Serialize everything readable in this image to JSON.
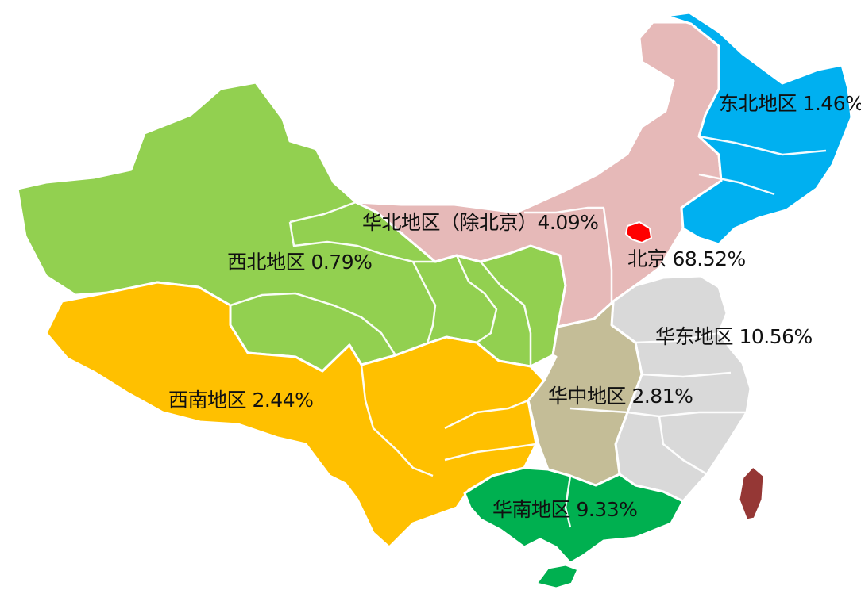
{
  "colors": {
    "northwest": "#92d050",
    "southwest": "#ffc000",
    "north_china": "#e6b9b8",
    "beijing": "#ff0000",
    "northeast": "#00b0f0",
    "east_china": "#d9d9d9",
    "central_china": "#c4bd97",
    "south_china": "#00b050",
    "taiwan": "#953735"
  },
  "regions": [
    {
      "key": "northeast",
      "label": "东北地区 1.46%",
      "value_pct": 1.46
    },
    {
      "key": "north_china",
      "label": "华北地区（除北京）4.09%",
      "value_pct": 4.09
    },
    {
      "key": "beijing",
      "label": "北京 68.52%",
      "value_pct": 68.52
    },
    {
      "key": "northwest",
      "label": "西北地区 0.79%",
      "value_pct": 0.79
    },
    {
      "key": "east_china",
      "label": "华东地区 10.56%",
      "value_pct": 10.56
    },
    {
      "key": "central_china",
      "label": "华中地区 2.81%",
      "value_pct": 2.81
    },
    {
      "key": "southwest",
      "label": "西南地区 2.44%",
      "value_pct": 2.44
    },
    {
      "key": "south_china",
      "label": "华南地区 9.33%",
      "value_pct": 9.33
    }
  ]
}
